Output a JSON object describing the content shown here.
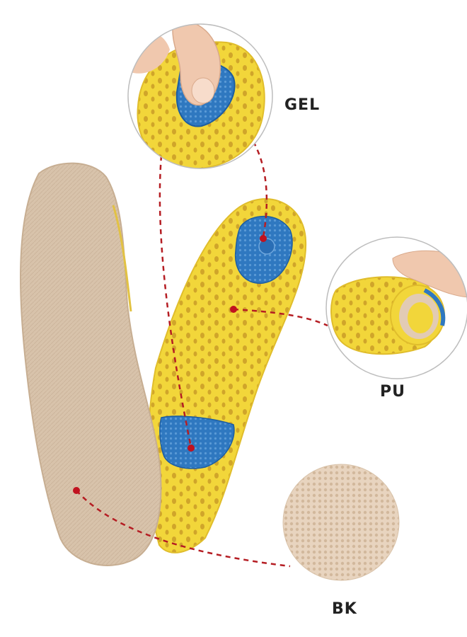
{
  "labels": {
    "gel": "GEL",
    "pu": "PU",
    "bk": "BK"
  },
  "colors": {
    "background": "#ffffff",
    "beige_top_layer": "#d8c3ab",
    "yellow_foam": "#f2d63a",
    "blue_gel": "#2f78c0",
    "pointer_line": "#b51d23",
    "mesh_fabric": "#e3cdb6",
    "skin": "#f0c8ae"
  },
  "icons": [
    "heel-gel-closeup",
    "pu-foam-closeup",
    "bk-mesh-swatch",
    "beige-insole",
    "yellow-insole"
  ]
}
